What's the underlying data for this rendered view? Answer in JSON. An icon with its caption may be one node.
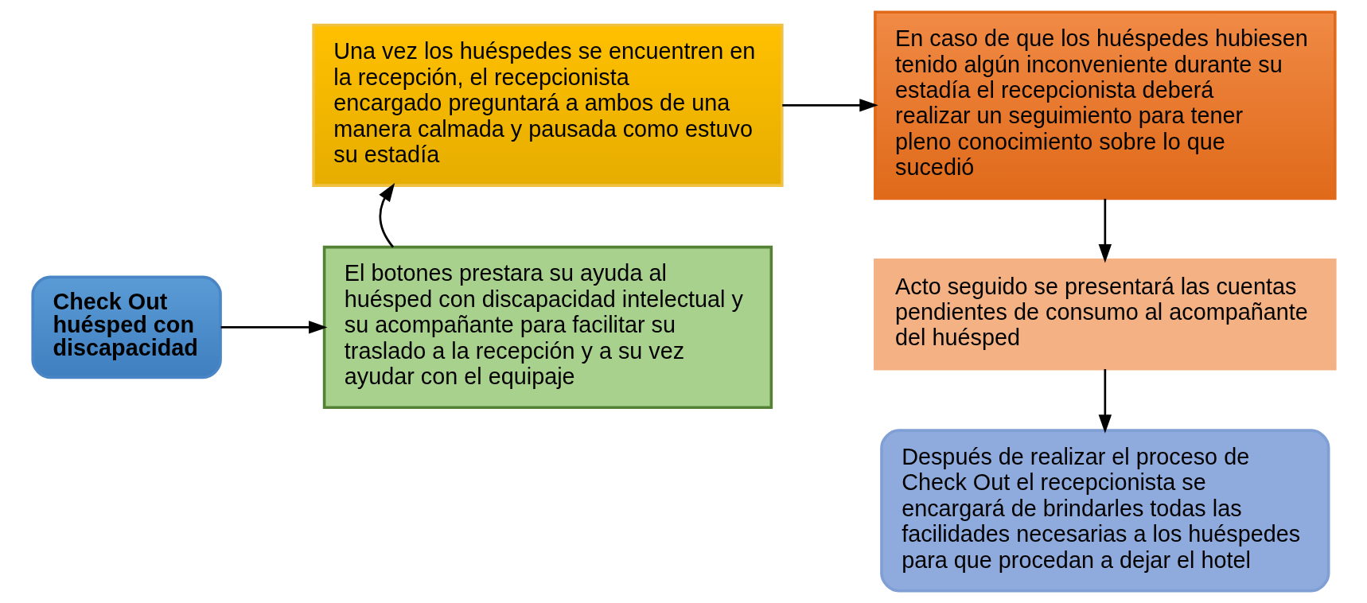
{
  "diagram": {
    "nodes": [
      {
        "text": [
          "Check Out huésped con discapacidad"
        ]
      },
      {
        "text": [
          "El botones prestara su ayuda al huésped con discapacidad intelectual y su acompañante para facilitar su traslado a la recepción y a su vez ayudar con el equipaje"
        ]
      },
      {
        "text": [
          "Una vez los huéspedes se encuentren en la recepción, el recepcionista encargado preguntará a ambos de una manera calmada y pausada como estuvo su estadía"
        ]
      },
      {
        "text": [
          "En caso de que los huéspedes hubiesen tenido algún inconveniente durante su estadía el recepcionista deberá realizar un seguimiento para tener pleno conocimiento sobre lo que sucedió"
        ]
      },
      {
        "text": [
          "Acto seguido se presentará las cuentas pendientes de consumo al acompañante del huésped"
        ]
      },
      {
        "text": [
          "Después de realizar el proceso de Check Out el recepcionista se encargará de brindarles todas las facilidades necesarias a los huéspedes para que procedan a dejar el hotel"
        ]
      }
    ],
    "edges": [
      {
        "from": 0,
        "to": 1,
        "arrow": "to"
      },
      {
        "from": 1,
        "to": 2,
        "arrow": "to"
      },
      {
        "from": 2,
        "to": 3,
        "arrow": "to"
      },
      {
        "from": 3,
        "to": 4,
        "arrow": "to"
      },
      {
        "from": 4,
        "to": 5,
        "arrow": "to"
      }
    ]
  }
}
